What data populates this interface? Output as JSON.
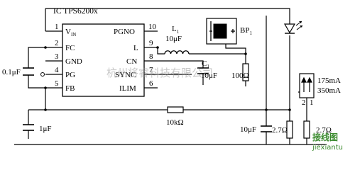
{
  "ic": {
    "title": "IC TPS6200x",
    "pins": {
      "vin": {
        "name": "V",
        "sub": "IN",
        "num": "1"
      },
      "fc": {
        "name": "FC",
        "num": "2"
      },
      "gnd": {
        "name": "GND",
        "num": "3"
      },
      "pg": {
        "name": "PG",
        "num": "4"
      },
      "fb": {
        "name": "FB",
        "num": "5"
      },
      "pgno": {
        "name": "PGNO",
        "num": "10"
      },
      "l": {
        "name": "L",
        "num": "9"
      },
      "cn": {
        "name": "CN",
        "num": "8"
      },
      "sync": {
        "name": "SYNC",
        "num": "7"
      },
      "ilim": {
        "name": "ILIM",
        "num": "6"
      }
    }
  },
  "components": {
    "inductor": {
      "ref": "L",
      "sub": "1",
      "value": "10μF"
    },
    "c1": {
      "ref": "C",
      "sub": "1",
      "value": "10μF"
    },
    "r_100": {
      "value": "100Ω"
    },
    "battery": {
      "ref": "BP",
      "sub": "1"
    },
    "c_01": {
      "value": "0.1μF"
    },
    "c_1u": {
      "value": "1μF"
    },
    "r_10k": {
      "value": "10kΩ"
    },
    "c_10u": {
      "value": "10μF"
    },
    "r_27a": {
      "value": "2.7Ω"
    },
    "r_27b": {
      "value": "2.7Ω"
    },
    "switch": {
      "pin2": "2",
      "pin1": "1",
      "current_high": "175mA",
      "current_low": "350mA"
    }
  },
  "watermark": {
    "center": "杭州将睿科技有限公司",
    "logo": "接线图",
    "domain": "jiexiantu"
  },
  "colors": {
    "line": "#000000",
    "watermark": "#3a8a2e"
  }
}
